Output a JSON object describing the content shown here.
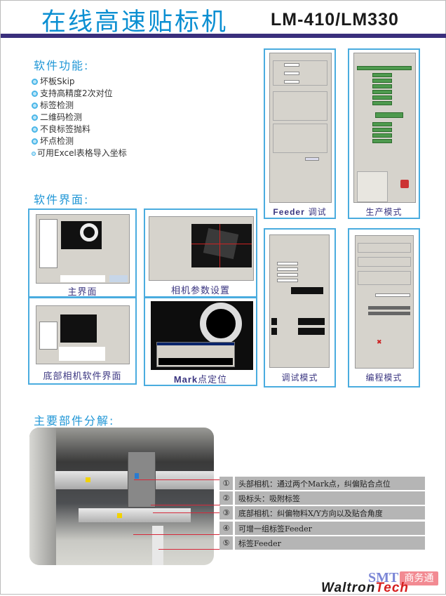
{
  "header": {
    "title": "在线高速贴标机",
    "model": "LM-410/LM330"
  },
  "features": {
    "heading": "软件功能:",
    "items": [
      "坏板Skip",
      "支持高精度2次对位",
      "标签检测",
      "二维码检测",
      "不良标签抛料",
      "坏点检测",
      "可用Excel表格导入坐标"
    ]
  },
  "software": {
    "heading": "软件界面:",
    "panels": {
      "main": "主界面",
      "camera_params": "相机参数设置",
      "bottom_camera": "底部相机软件界面",
      "mark_prefix": "Mark",
      "mark_suffix": "点定位",
      "feeder_prefix": "Feeder",
      "feeder_suffix": " 调试",
      "production": "生产模式",
      "debug": "调试模式",
      "programming": "编程模式"
    }
  },
  "parts": {
    "heading": "主要部件分解:",
    "items": [
      {
        "num": "①",
        "text": "头部相机：通过两个Mark点，纠偏贴合点位"
      },
      {
        "num": "②",
        "text": "吸标头：吸附标签"
      },
      {
        "num": "③",
        "text": "底部相机：纠偏物料X/Y方向以及贴合角度"
      },
      {
        "num": "④",
        "text": "可增一组标签Feeder"
      },
      {
        "num": "⑤",
        "text": "标签Feeder"
      }
    ]
  },
  "logo": {
    "smt": "SMT",
    "site": "商务通",
    "brand_a": "Waltron",
    "brand_b": "Tech"
  },
  "colors": {
    "accent": "#0b8fd2",
    "bar": "#3a2f7c",
    "caption": "#3a3580",
    "row": "#b5b5b5"
  }
}
